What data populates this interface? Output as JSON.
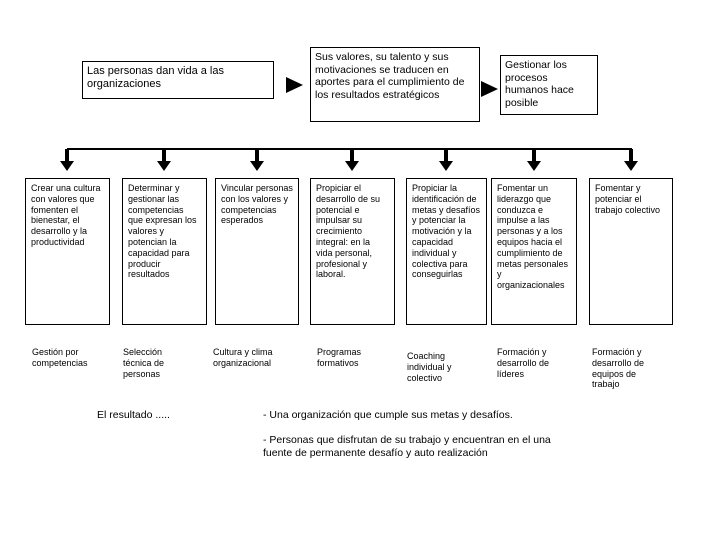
{
  "top_flow": {
    "boxes": [
      {
        "text": "Las personas dan vida a las organizaciones"
      },
      {
        "text": "Sus valores, su talento y sus motivaciones se traducen en aportes para el cumplimiento de los resultados estratégicos"
      },
      {
        "text": "Gestionar los procesos humanos hace posible"
      }
    ]
  },
  "pillars": [
    {
      "text": "Crear una cultura con valores que fomenten el bienestar, el desarrollo y la productividad",
      "label": "Gestión por competencias"
    },
    {
      "text": "Determinar y gestionar las competencias que expresan los valores y potencian la capacidad para producir resultados",
      "label": "Selección técnica de personas"
    },
    {
      "text": "Vincular personas con los valores y competencias esperados",
      "label": "Cultura y clima organizacional"
    },
    {
      "text": "Propiciar el desarrollo de su potencial e impulsar su crecimiento integral: en la vida personal, profesional y laboral.",
      "label": "Programas formativos"
    },
    {
      "text": "Propiciar la identificación de metas y desafíos y potenciar la motivación  y la capacidad individual y colectiva para conseguirlas",
      "label": "Coaching individual y colectivo"
    },
    {
      "text": "Fomentar un liderazgo que conduzca e impulse a las personas y a los equipos hacia el cumplimiento de metas personales y organizacionales",
      "label": "Formación y desarrollo de líderes"
    },
    {
      "text": "Fomentar y potenciar el trabajo colectivo",
      "label": "Formación y desarrollo de equipos de trabajo"
    }
  ],
  "result": {
    "lead": "El resultado .....",
    "bullets": [
      "- Una organización que cumple sus metas y desafíos.",
      "- Personas que disfrutan de su trabajo y encuentran en el una fuente de permanente desafío y auto realización"
    ]
  },
  "colors": {
    "background": "#ffffff",
    "border": "#000000",
    "text": "#000000",
    "arrow": "#000000"
  }
}
